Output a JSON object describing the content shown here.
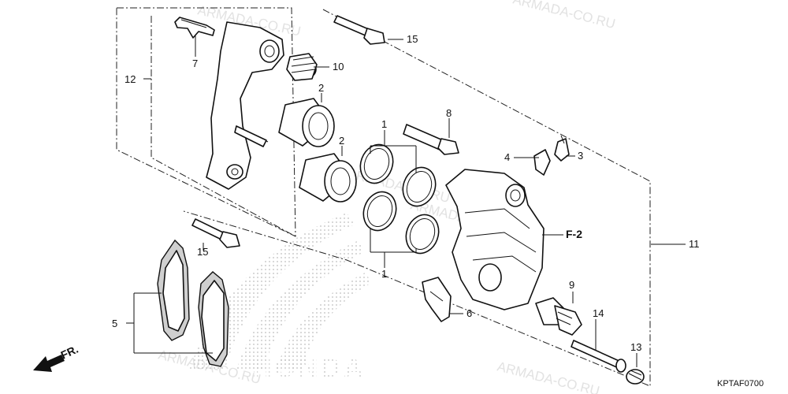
{
  "watermark": "ARMADA-CO.RU",
  "diagram_code": "KPTAF0700",
  "brand_wordmark": "HONDA",
  "direction_label": "FR.",
  "reference_label": "F-2",
  "callouts": {
    "p1a": "1",
    "p1b": "1",
    "p2a": "2",
    "p2b": "2",
    "p3": "3",
    "p4": "4",
    "p5": "5",
    "p6": "6",
    "p7": "7",
    "p8": "8",
    "p9": "9",
    "p10": "10",
    "p11": "11",
    "p12": "12",
    "p13": "13",
    "p14": "14",
    "p15a": "15",
    "p15b": "15"
  },
  "colors": {
    "line": "#111111",
    "watermark": "#e2e2e2",
    "pad": "#cfcfcf"
  }
}
